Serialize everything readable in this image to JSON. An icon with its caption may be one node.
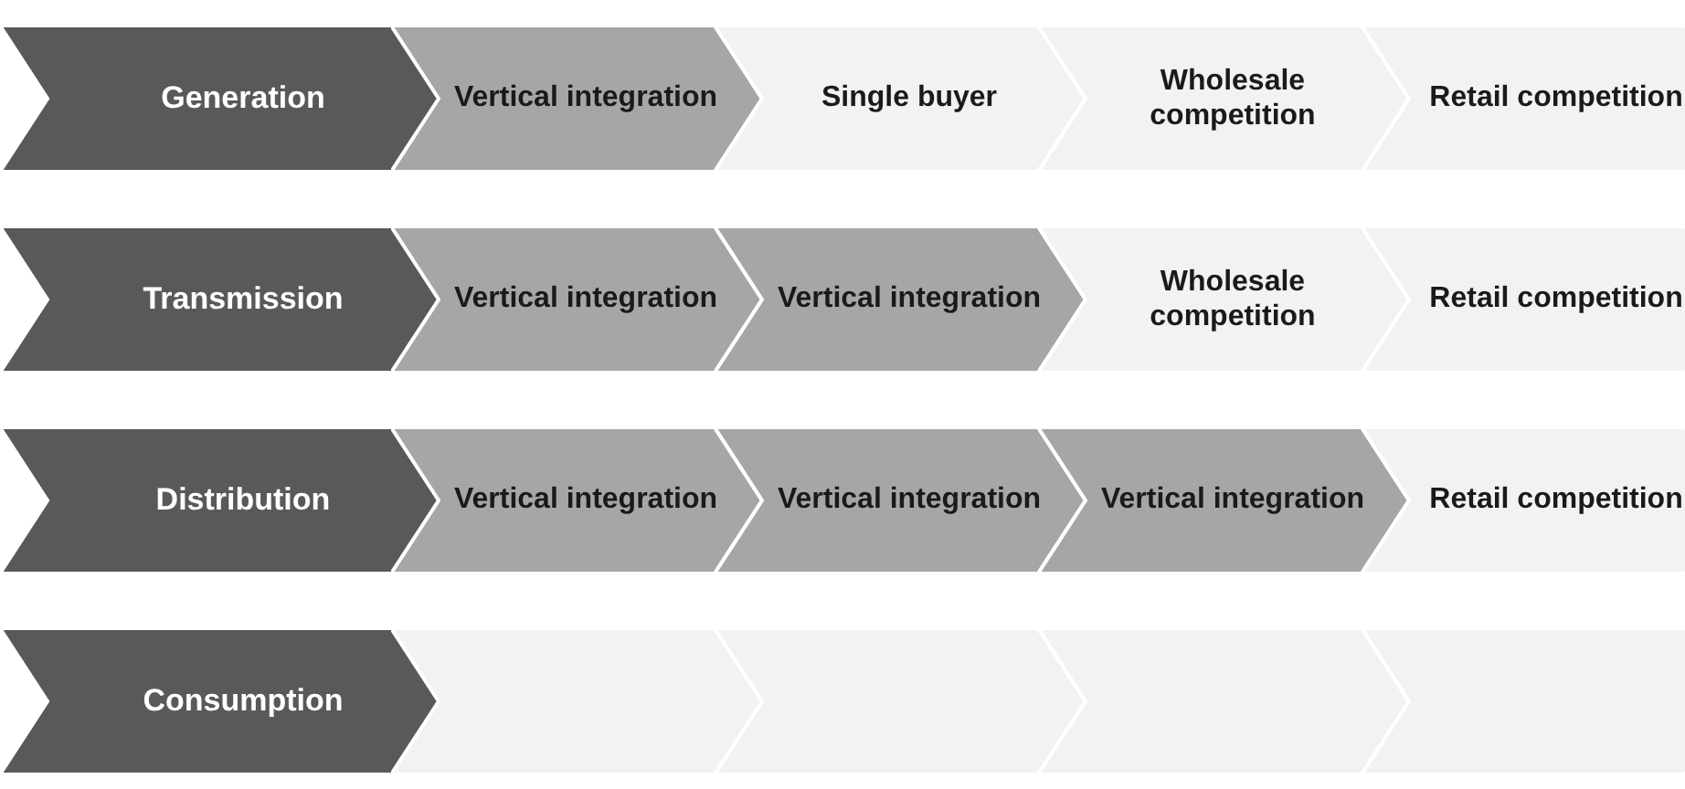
{
  "diagram": {
    "nodes": [
      {
        "text": [
          "Generation"
        ]
      },
      {
        "text": [
          "Vertical integration"
        ]
      },
      {
        "text": [
          "Single buyer"
        ]
      },
      {
        "text": [
          "Wholesale competition"
        ]
      },
      {
        "text": [
          "Retail competition"
        ]
      },
      {
        "text": [
          "Transmission"
        ]
      },
      {
        "text": [
          "Vertical integration"
        ]
      },
      {
        "text": [
          "Vertical integration"
        ]
      },
      {
        "text": [
          "Wholesale competition"
        ]
      },
      {
        "text": [
          "Retail competition"
        ]
      },
      {
        "text": [
          "Distribution"
        ]
      },
      {
        "text": [
          "Vertical integration"
        ]
      },
      {
        "text": [
          "Vertical integration"
        ]
      },
      {
        "text": [
          "Vertical integration"
        ]
      },
      {
        "text": [
          "Retail competition"
        ]
      },
      {
        "text": [
          "Consumption"
        ]
      },
      {
        "text": [],
        "shape": "chevron"
      },
      {
        "text": [],
        "shape": "chevron"
      },
      {
        "text": [],
        "shape": "chevron"
      },
      {
        "text": [],
        "shape": "chevron"
      }
    ]
  }
}
